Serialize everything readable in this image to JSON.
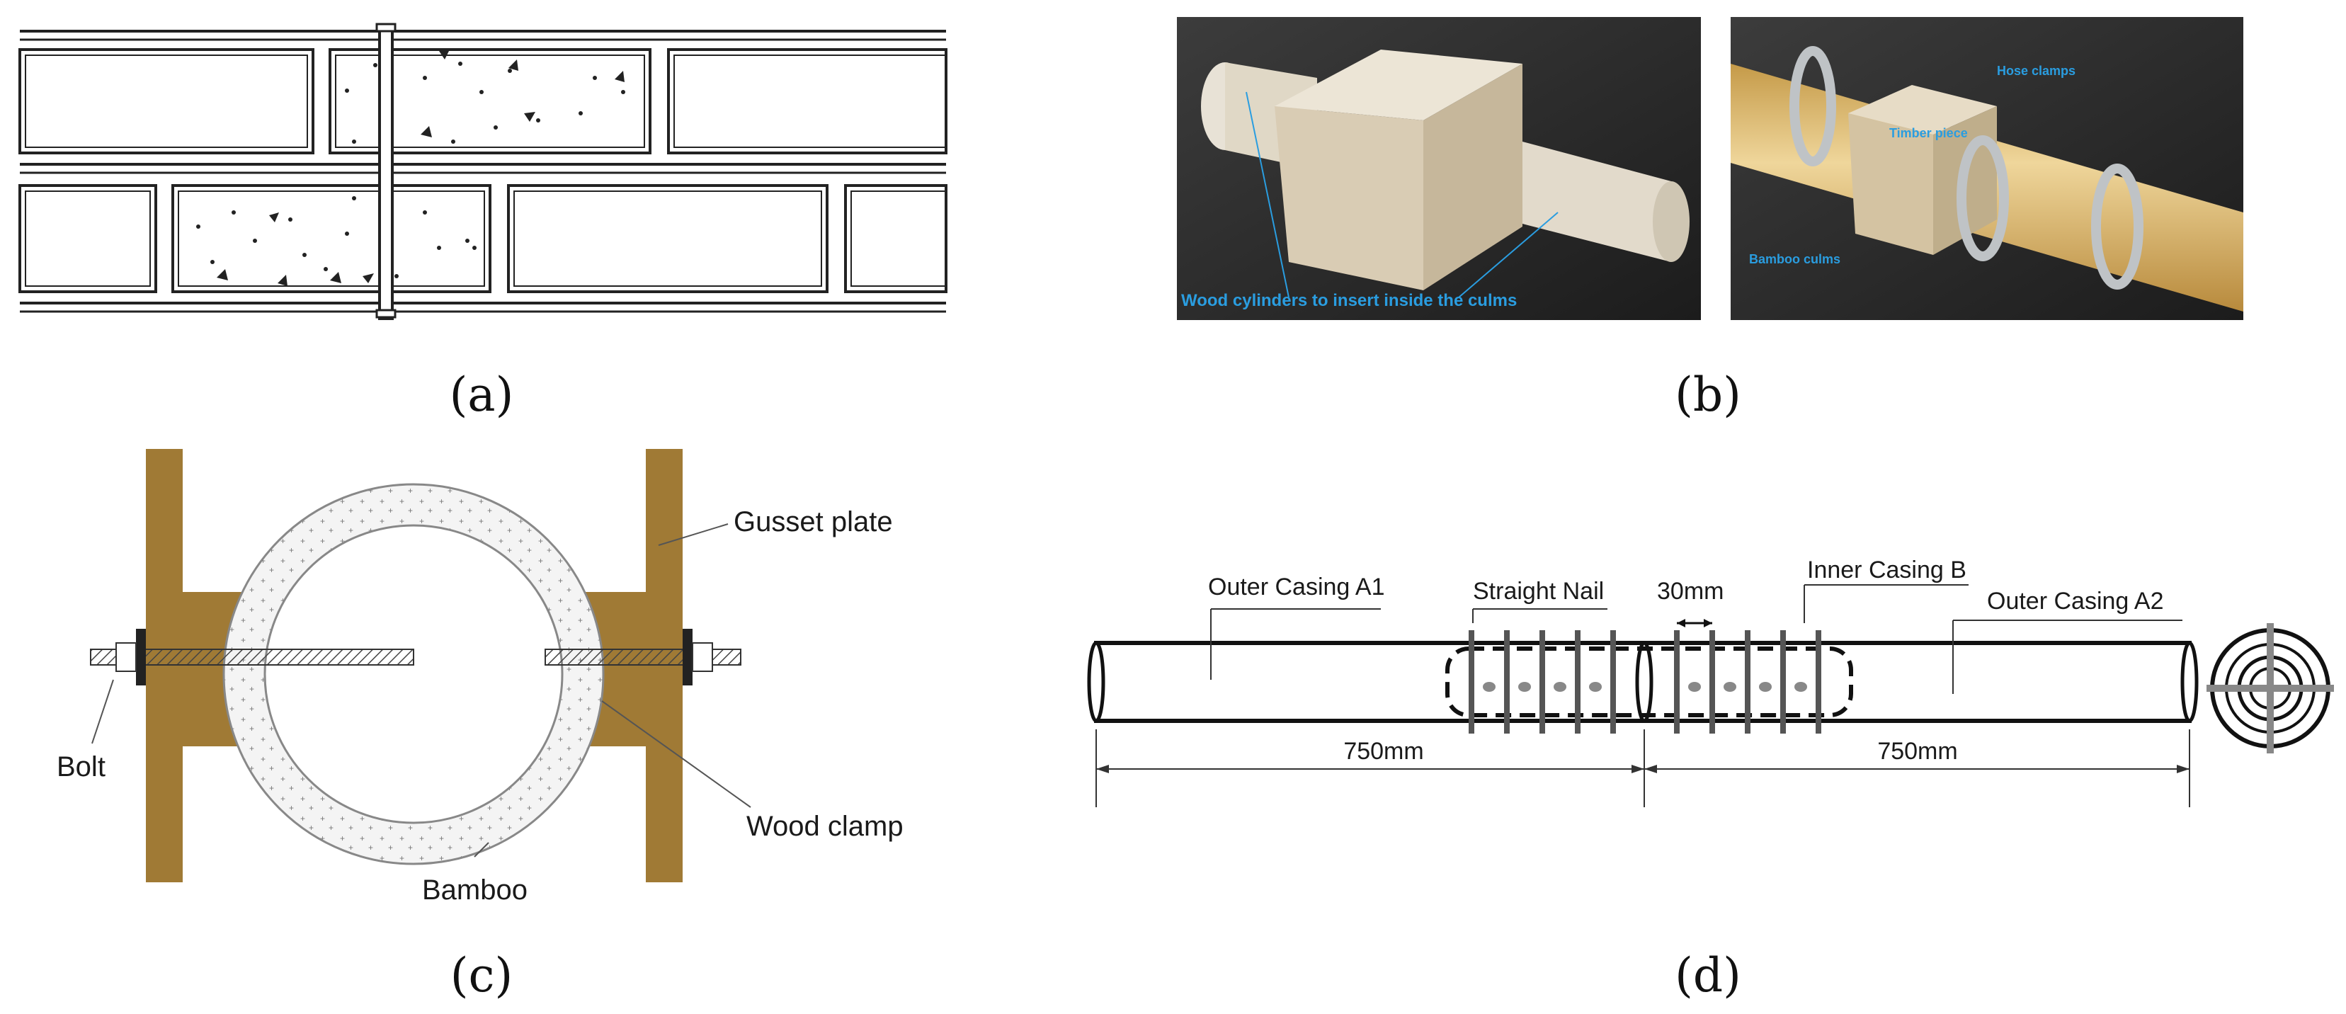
{
  "captions": {
    "a": "(a)",
    "b": "(b)",
    "c": "(c)",
    "d": "(d)"
  },
  "panel_b": {
    "left_photo_label": "Wood cylinders to insert inside the culms",
    "right_photo_labels": {
      "hose": "Hose clamps",
      "timber": "Timber piece",
      "bamboo": "Bamboo culms"
    }
  },
  "panel_c": {
    "gusset": "Gusset plate",
    "bolt": "Bolt",
    "wood_clamp": "Wood clamp",
    "bamboo": "Bamboo"
  },
  "panel_d": {
    "outer_a1": "Outer Casing A1",
    "nail": "Straight Nail",
    "gap": "30mm",
    "inner_b": "Inner Casing B",
    "outer_a2": "Outer Casing A2",
    "len_left": "750mm",
    "len_right": "750mm"
  },
  "colors": {
    "wood": "#a07a35",
    "photo_label": "#2a9de0",
    "bamboo_tube": "#d4b06a"
  }
}
